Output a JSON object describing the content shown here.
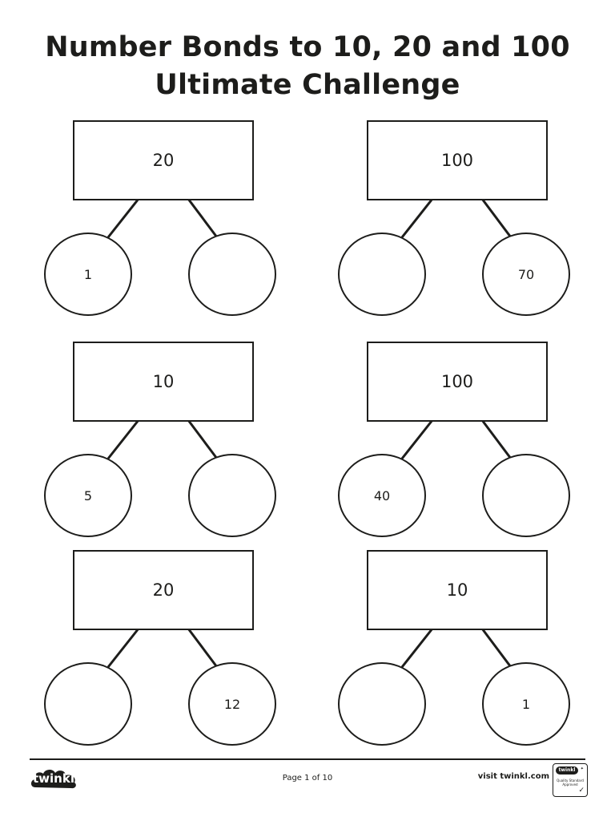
{
  "title": {
    "line1": "Number Bonds to 10, 20 and 100",
    "line2": "Ultimate Challenge"
  },
  "bonds": [
    {
      "whole": "20",
      "left": "1",
      "right": ""
    },
    {
      "whole": "100",
      "left": "",
      "right": "70"
    },
    {
      "whole": "10",
      "left": "5",
      "right": ""
    },
    {
      "whole": "100",
      "left": "40",
      "right": ""
    },
    {
      "whole": "20",
      "left": "",
      "right": "12"
    },
    {
      "whole": "10",
      "left": "",
      "right": "1"
    }
  ],
  "footer": {
    "logo_text": "twinkl",
    "page_label": "Page 1 of 10",
    "visit_text": "visit twinkl.com",
    "badge": {
      "brand": "twinkl",
      "line1": "Quality Standard",
      "line2": "Approved"
    }
  },
  "colors": {
    "ink": "#1d1d1b",
    "paper": "#ffffff"
  }
}
